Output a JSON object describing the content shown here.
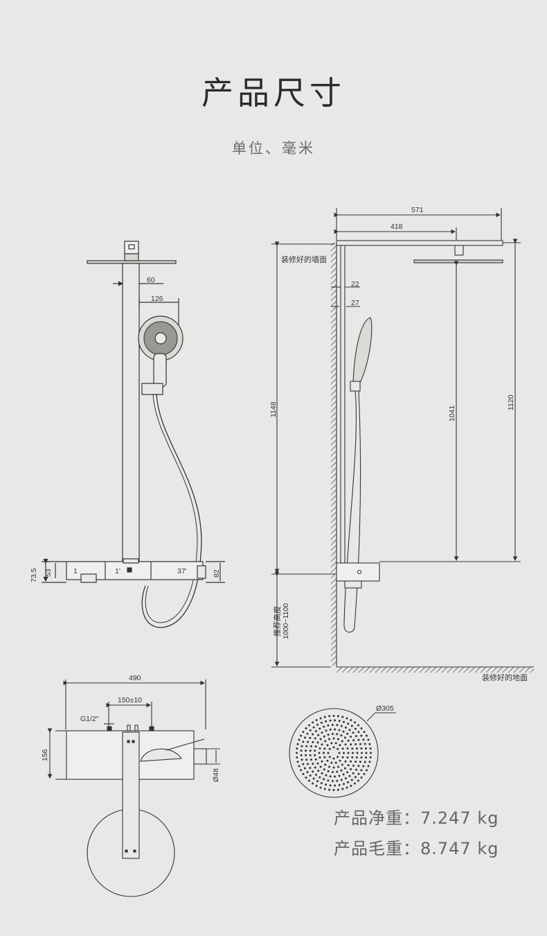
{
  "header": {
    "title": "产品尺寸",
    "unit": "单位、毫米"
  },
  "front_view": {
    "dims": {
      "arm": "60",
      "head_offset": "126",
      "h_73_5": "73.5",
      "h_53": "53",
      "h_82": "82",
      "temp": "37'",
      "btn_left": "1",
      "btn_mid": "1'"
    }
  },
  "side_view": {
    "dims": {
      "w571": "571",
      "w418": "418",
      "d22": "22",
      "d27": "27",
      "h1148": "1148",
      "h1041": "1041",
      "h1120": "1120",
      "h_rec": "1000~1100"
    },
    "labels": {
      "wall": "装修好的墙面",
      "floor": "装修好的地面",
      "recommend": "推荐高度"
    }
  },
  "top_view": {
    "dims": {
      "w490": "490",
      "spacing": "150±10",
      "thread": "G1/2\"",
      "h156": "156",
      "d48": "Ø48"
    }
  },
  "head_view": {
    "dims": {
      "d305": "Ø305"
    }
  },
  "weights": {
    "net": "产品净重：7.247 kg",
    "gross": "产品毛重：8.747 kg"
  }
}
